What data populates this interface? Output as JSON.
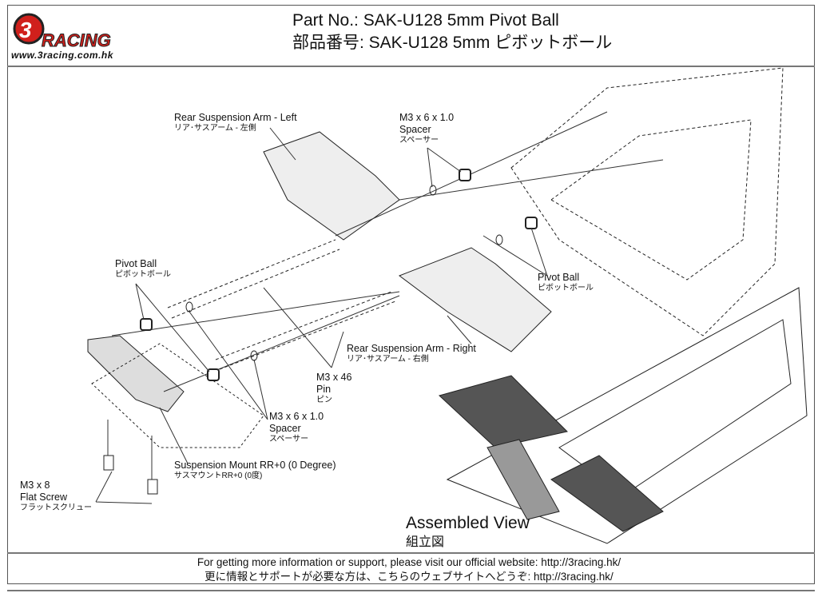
{
  "header": {
    "logo_text": "3RACING",
    "logo_url": "www.3racing.com.hk",
    "title_en": "Part No.: SAK-U128 5mm Pivot Ball",
    "title_jp": "部品番号: SAK-U128 5mm ピボットボール"
  },
  "labels": {
    "arm_left": {
      "en": "Rear Suspension Arm - Left",
      "jp": "リア･サスアーム - 左側"
    },
    "spacer_top": {
      "en1": "M3 x 6 x 1.0",
      "en2": "Spacer",
      "jp": "スペーサー"
    },
    "pivot_left": {
      "en": "Pivot Ball",
      "jp": "ピボットボール"
    },
    "pivot_right": {
      "en": "Pivot Ball",
      "jp": "ピボットボール"
    },
    "arm_right": {
      "en": "Rear Suspension Arm - Right",
      "jp": "リア･サスアーム - 右側"
    },
    "pin": {
      "en1": "M3 x 46",
      "en2": "Pin",
      "jp": "ピン"
    },
    "spacer_bottom": {
      "en1": "M3 x 6 x 1.0",
      "en2": "Spacer",
      "jp": "スペーサー"
    },
    "mount": {
      "en": "Suspension Mount RR+0 (0 Degree)",
      "jp": "サスマウントRR+0 (0度)"
    },
    "screw": {
      "en1": "M3 x 8",
      "en2": "Flat Screw",
      "jp": "フラットスクリュー"
    },
    "assembled": {
      "en": "Assembled View",
      "jp": "組立図"
    }
  },
  "footer": {
    "line_en": "For getting more information or support, please visit our official website: http://3racing.hk/",
    "line_jp": "更に情報とサポートが必要な方は、こちらのウェブサイトへどうぞ: http://3racing.hk/"
  },
  "colors": {
    "brand_red": "#d0201c"
  }
}
